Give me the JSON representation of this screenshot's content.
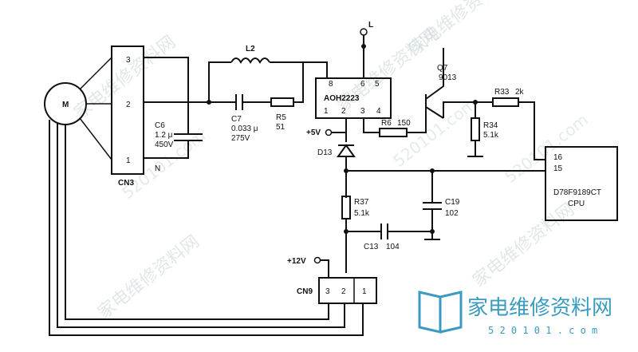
{
  "components": {
    "L2": "L2",
    "L_top": "L",
    "U_pins_top": [
      "8",
      "6",
      "5"
    ],
    "U_name": "AOH2223",
    "U_pins_bottom": [
      "1",
      "2",
      "3",
      "4"
    ],
    "Q7": "Q7",
    "Q7_part": "9013",
    "R33": "R33",
    "R33_val": "2k",
    "R34": "R34",
    "R34_val": "5.1k",
    "CN3_pins": [
      "3",
      "2",
      "1"
    ],
    "CN3_name": "CN3",
    "CN3_n": "N",
    "C6": "C6",
    "C6_val": "1.2 μ",
    "C6_volt": "450V",
    "C7": "C7",
    "C7_val": "0.033 μ",
    "C7_volt": "275V",
    "R5": "R5",
    "R5_val": "51",
    "plus5v": "+5V",
    "R6": "R6",
    "R6_val": "150",
    "D13": "D13",
    "R37": "R37",
    "R37_val": "5.1k",
    "C19": "C19",
    "C19_val": "102",
    "C13": "C13",
    "C13_val": "104",
    "plus12v": "+12V",
    "CN9": "CN9",
    "CN9_pins": [
      "3",
      "2",
      "1"
    ],
    "CPU_pins": [
      "16",
      "15"
    ],
    "CPU_part": "D78F9189CT",
    "CPU_name": "CPU",
    "motor": "M"
  },
  "watermark": {
    "brand_cn": "家电维修资料网",
    "brand_url": "5 2 0 1 0 1 . c o m",
    "bg_text": "家电维修资料网",
    "bg_url": "520101.com"
  },
  "colors": {
    "line": "#111111",
    "watermark": "#3a9bc0"
  }
}
